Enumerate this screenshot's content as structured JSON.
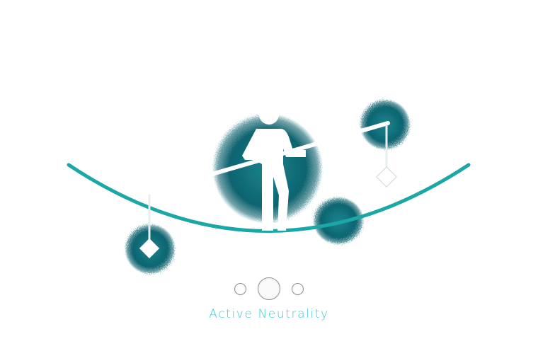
{
  "slide": {
    "caption": "Active Neutrality",
    "illustration": "tightrope-walker-balancing-pole-icon"
  },
  "pager": {
    "count": 3,
    "active_index": 1
  },
  "colors": {
    "rope": "#1aa7a6",
    "blob_dark": "#0f5f6a",
    "blob_mid": "#137b85",
    "caption": "#3fc9d1",
    "figure": "#ffffff",
    "dot_border": "#8a9396"
  }
}
